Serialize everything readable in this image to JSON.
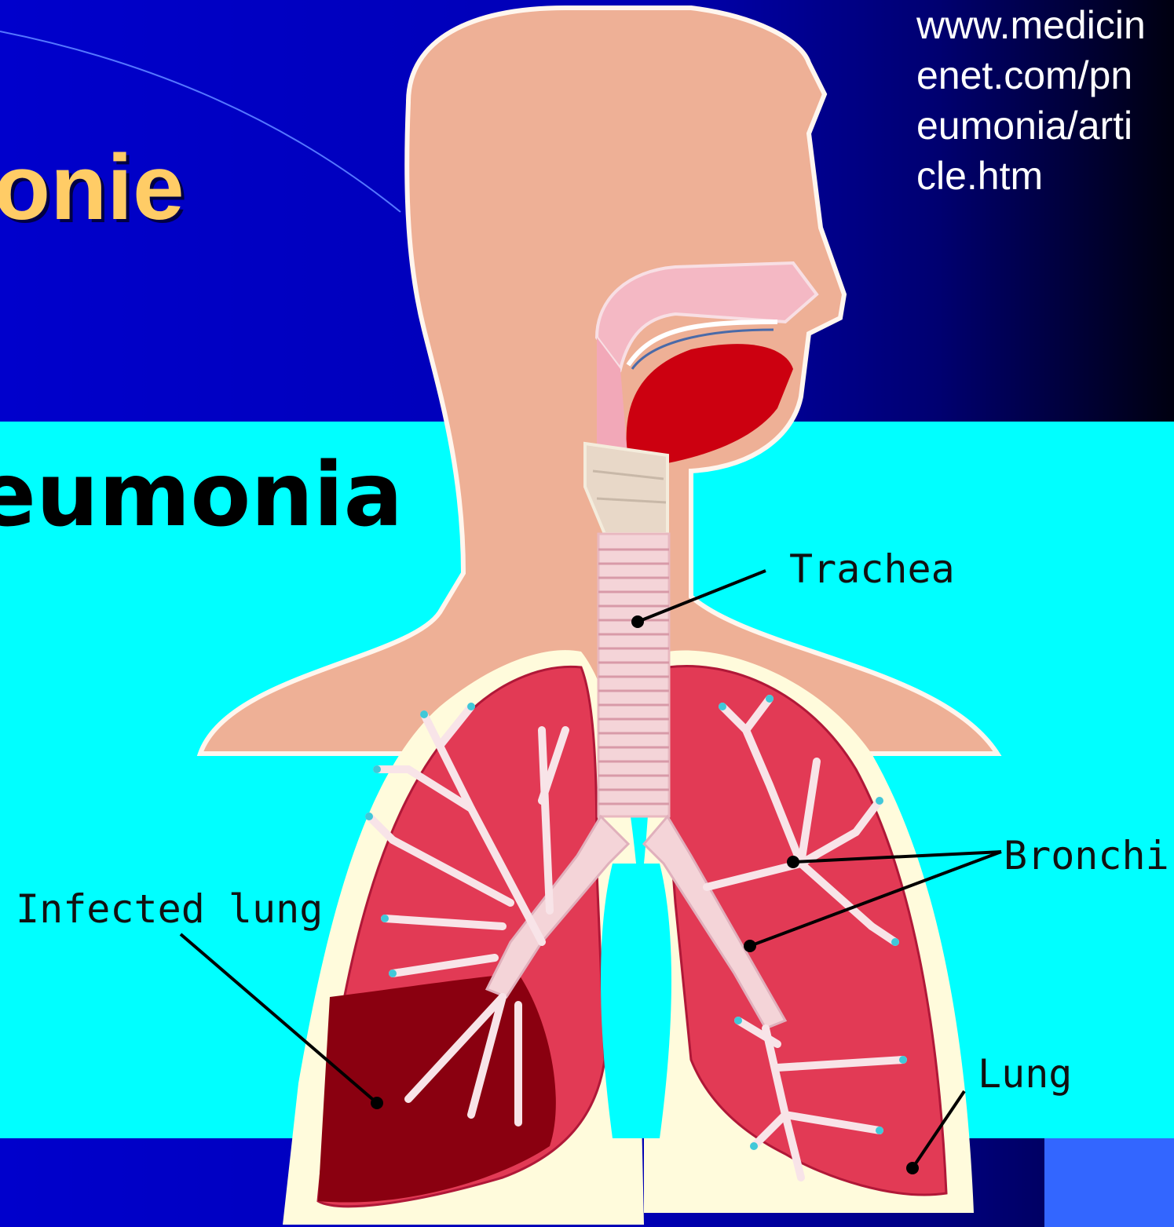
{
  "title_top": "onie",
  "title_mid": "eumonia",
  "source_link_lines": [
    "www.medicin",
    "enet.com/pn",
    "eumonia/arti",
    "cle.htm"
  ],
  "labels": {
    "trachea": "Trachea",
    "bronchi": "Bronchi",
    "infected_lung": "Infected lung",
    "lung": "Lung"
  },
  "colors": {
    "slide_blue": "#0000cc",
    "cyan_panel": "#00ffff",
    "title_gold": "#ffcc66",
    "skin": "#eeb096",
    "lung_red": "#e23a55",
    "infected_red": "#8a0010"
  }
}
